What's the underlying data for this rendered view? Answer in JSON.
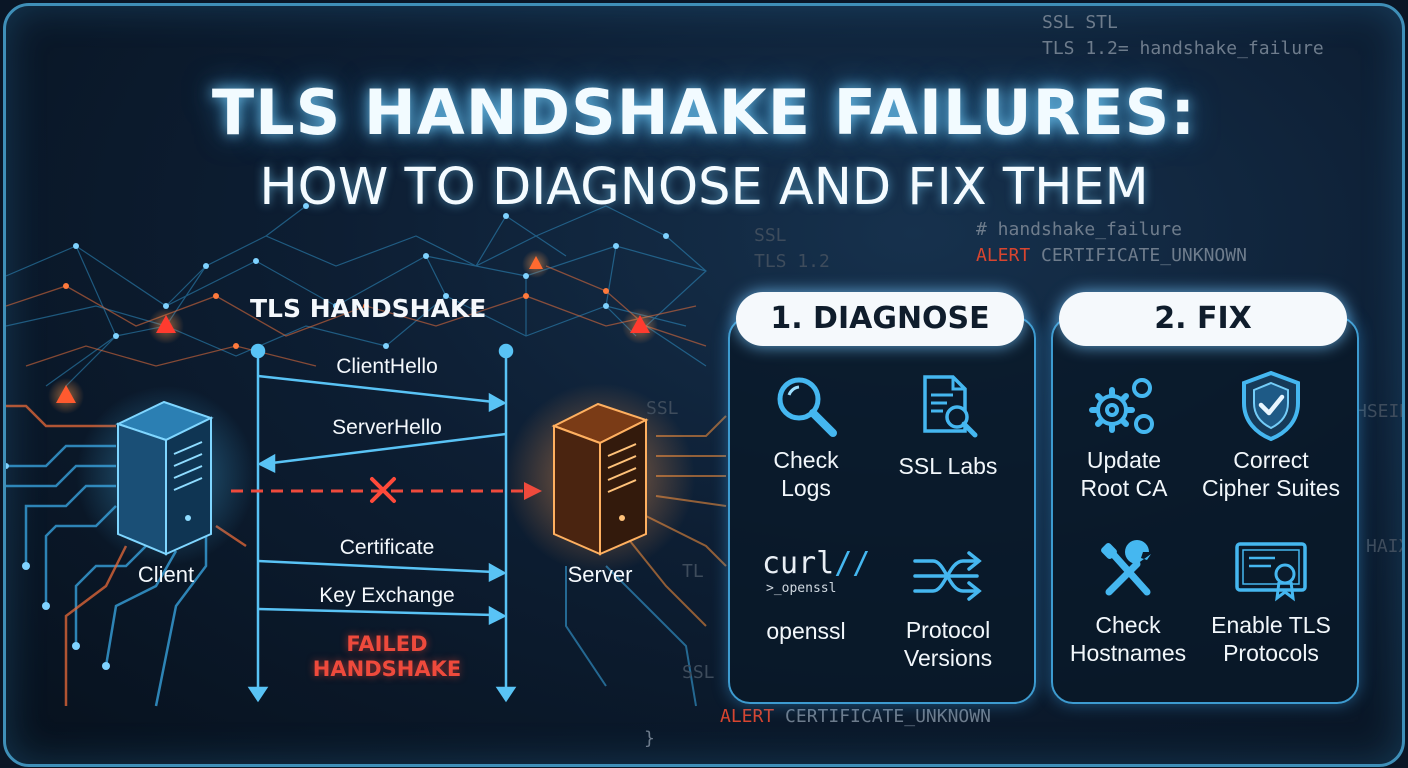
{
  "title": {
    "line1": "TLS HANDSHAKE FAILURES:",
    "line2": "HOW TO DIAGNOSE AND FIX THEM"
  },
  "code_snippets": {
    "top_1": "SSL STL",
    "top_2": "TLS 1.2= handshake_failure",
    "mid_1": "# handshake_failure",
    "mid_2_alert": "ALERT",
    "mid_2_rest": " CERTIFICATE_UNKNOWN",
    "left_1": "SSL",
    "left_2": "TLS 1.2",
    "bottom_alert": "ALERT",
    "bottom_rest": " CERTIFICATE_UNKNOWN",
    "bottom_brace": "}",
    "side_ssl": "SSL",
    "side_tl": "TL",
    "side_ssl2": "SSL",
    "right_1": "HSEIN",
    "right_2": "HAIX"
  },
  "handshake": {
    "title": "TLS HANDSHAKE",
    "client_label": "Client",
    "server_label": "Server",
    "messages": [
      "ClientHello",
      "ServerHello",
      "Certificate",
      "Key Exchange"
    ],
    "failed_line1": "FAILED",
    "failed_line2": "HANDSHAKE"
  },
  "diagnose": {
    "heading": "1. DIAGNOSE",
    "items": [
      {
        "icon": "magnifier-icon",
        "label_l1": "Check",
        "label_l2": "Logs"
      },
      {
        "icon": "document-search-icon",
        "label_l1": "SSL Labs",
        "label_l2": ""
      },
      {
        "icon": "curl-logo",
        "label_l1": "openssl",
        "label_l2": "",
        "logo_text": "curl",
        "logo_slashes": "//",
        "logo_sub": ">_openssl"
      },
      {
        "icon": "shuffle-arrows-icon",
        "label_l1": "Protocol",
        "label_l2": "Versions"
      }
    ]
  },
  "fix": {
    "heading": "2. FIX",
    "items": [
      {
        "icon": "gears-icon",
        "label_l1": "Update",
        "label_l2": "Root CA"
      },
      {
        "icon": "shield-check-icon",
        "label_l1": "Correct",
        "label_l2": "Cipher Suites"
      },
      {
        "icon": "wrench-screwdriver-icon",
        "label_l1": "Check",
        "label_l2": "Hostnames"
      },
      {
        "icon": "certificate-icon",
        "label_l1": "Enable TLS",
        "label_l2": "Protocols"
      }
    ]
  },
  "colors": {
    "accent": "#45b7f0",
    "alert": "#ee4a3c",
    "server_glow": "#f0963c"
  }
}
